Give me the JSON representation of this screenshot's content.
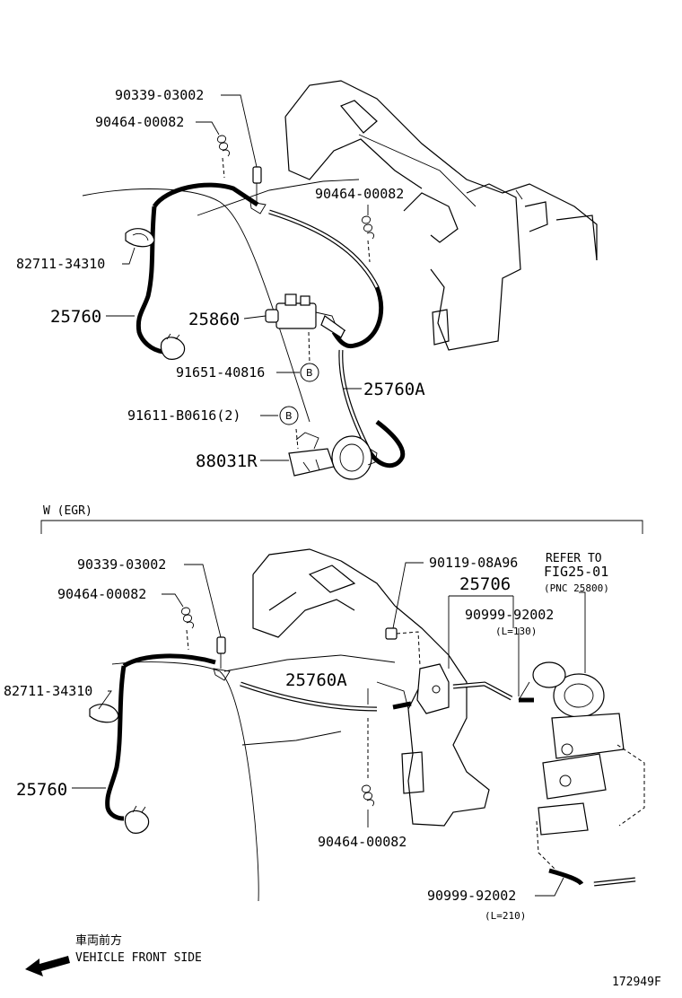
{
  "upper_section": {
    "labels": [
      {
        "id": "pn-90339-03002-upper",
        "text": "90339-03002"
      },
      {
        "id": "pn-90464-00082-upper-a",
        "text": "90464-00082"
      },
      {
        "id": "pn-90464-00082-upper-b",
        "text": "90464-00082"
      },
      {
        "id": "pn-82711-34310-upper",
        "text": "82711-34310"
      },
      {
        "id": "pn-25760-upper",
        "text": "25760"
      },
      {
        "id": "pn-25860",
        "text": "25860"
      },
      {
        "id": "pn-91651-40816",
        "text": "91651-40816"
      },
      {
        "id": "pn-25760a-upper",
        "text": "25760A"
      },
      {
        "id": "pn-91611-b0616",
        "text": "91611-B0616(2)"
      },
      {
        "id": "pn-88031r",
        "text": "88031R"
      }
    ],
    "callout_letter": "B"
  },
  "section_header": "W (EGR)",
  "lower_section": {
    "labels": [
      {
        "id": "pn-90339-03002-lower",
        "text": "90339-03002"
      },
      {
        "id": "pn-90464-00082-lower-a",
        "text": "90464-00082"
      },
      {
        "id": "pn-82711-34310-lower",
        "text": "82711-34310"
      },
      {
        "id": "pn-25760-lower",
        "text": "25760"
      },
      {
        "id": "pn-25760a-lower",
        "text": "25760A"
      },
      {
        "id": "pn-90119-08a96",
        "text": "90119-08A96"
      },
      {
        "id": "pn-25706",
        "text": "25706"
      },
      {
        "id": "pn-90999-92002-a",
        "text": "90999-92002"
      },
      {
        "id": "pn-90464-00082-lower-b",
        "text": "90464-00082"
      },
      {
        "id": "pn-90999-92002-b",
        "text": "90999-92002"
      }
    ],
    "length_a": "(L=130)",
    "length_b": "(L=210)",
    "refer_line1": "REFER TO",
    "refer_line2": "FIG25-01",
    "refer_line3": "(PNC 25800)"
  },
  "footer": {
    "jp_caption": "車両前方",
    "front_caption": "VEHICLE FRONT SIDE",
    "figure_id": "172949F"
  }
}
